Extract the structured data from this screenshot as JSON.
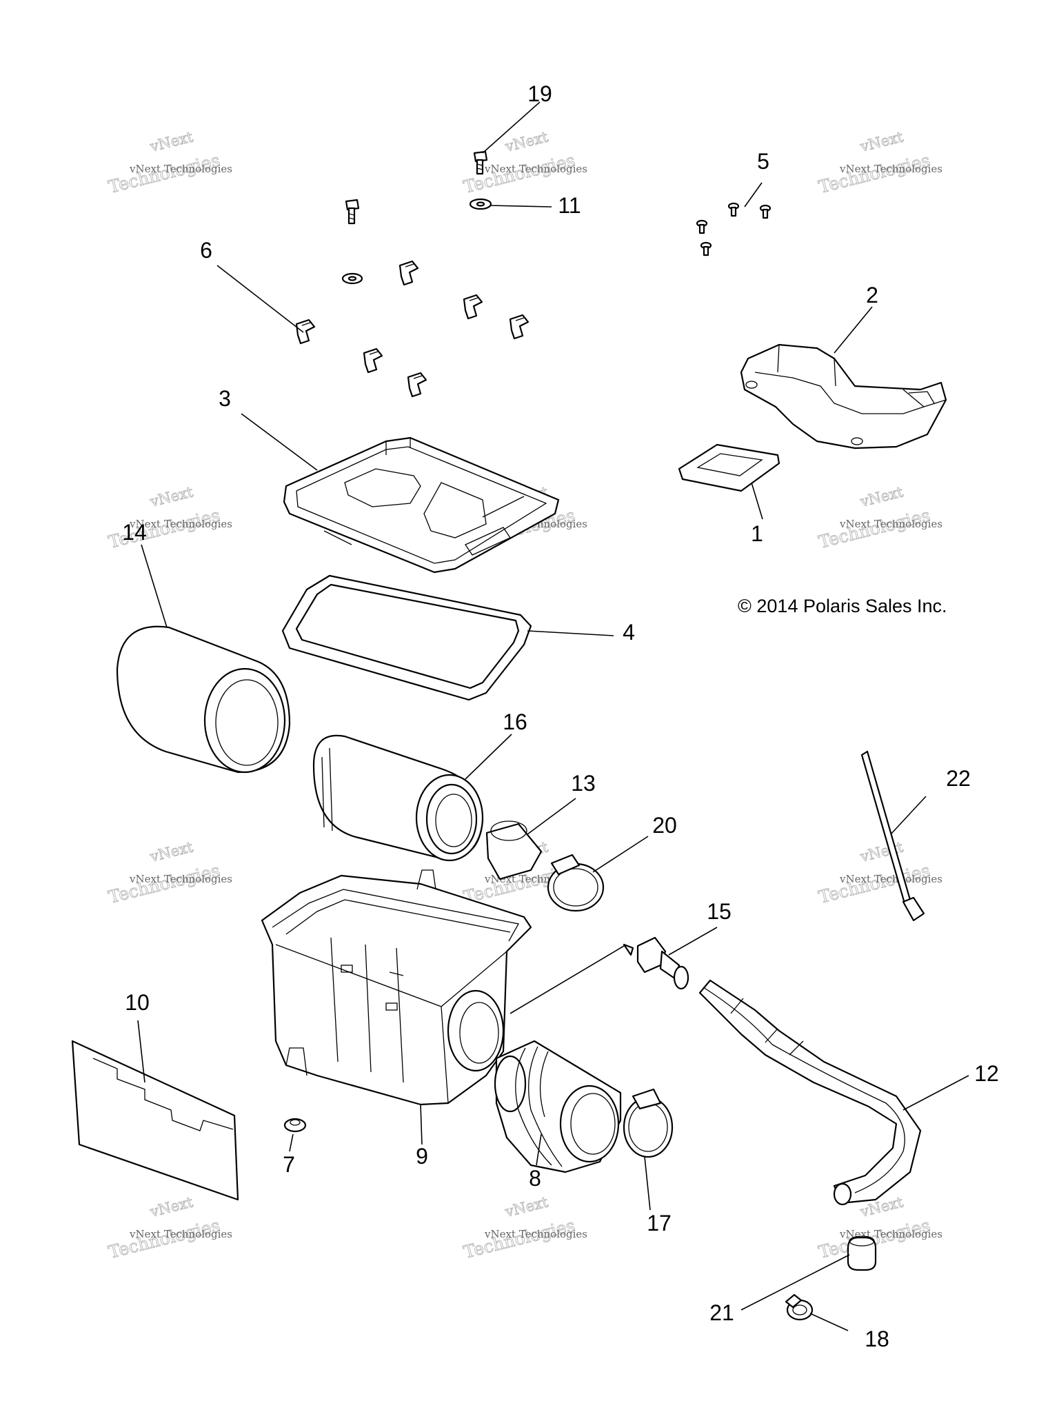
{
  "copyright": "© 2014 Polaris Sales Inc.",
  "watermark": {
    "line1": "vNext Technologies",
    "line2": "Technologies",
    "line3": "vNext"
  },
  "callouts": [
    "1",
    "2",
    "3",
    "4",
    "5",
    "6",
    "7",
    "8",
    "9",
    "10",
    "11",
    "12",
    "13",
    "14",
    "15",
    "16",
    "17",
    "18",
    "19",
    "20",
    "21",
    "22"
  ]
}
